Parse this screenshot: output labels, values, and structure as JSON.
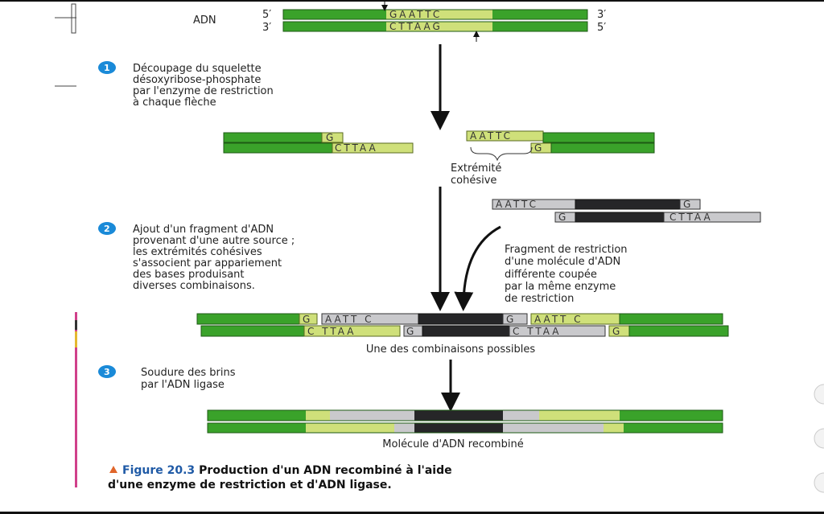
{
  "top": {
    "adn_label": "ADN",
    "p5": "5′",
    "p3": "3′",
    "seq_top": "GAATTC",
    "seq_bottom": "CTTAAG"
  },
  "steps": [
    {
      "num": "1",
      "lines": [
        "Découpage du squelette",
        "désoxyribose-phosphate",
        "par l'enzyme de restriction",
        "à chaque flèche"
      ]
    },
    {
      "num": "2",
      "lines": [
        "Ajout d'un fragment d'ADN",
        "provenant d'une autre source ;",
        "les extrémités cohésives",
        "s'associent par appariement",
        "des bases produisant",
        "diverses combinaisons."
      ]
    },
    {
      "num": "3",
      "lines": [
        "Soudure des brins",
        "par l'ADN ligase"
      ]
    }
  ],
  "cut": {
    "left_top": "G",
    "left_bottom": "CTTAA",
    "right_top": "AATTC",
    "right_bottom": "G"
  },
  "cohesive_label": [
    "Extrémité",
    "cohésive"
  ],
  "fragment": {
    "top_left": "AATTC",
    "top_right": "G",
    "bottom_left": "G",
    "bottom_right": "CTTAA"
  },
  "fragment_label": [
    "Fragment de restriction",
    "d'une molécule d'ADN",
    "différente coupée",
    "par la même enzyme",
    "de restriction"
  ],
  "combo": {
    "t1": "G",
    "t2": "AATT C",
    "t3": "G",
    "t4": "AATT C",
    "b1": "C TTAA",
    "b2": "G",
    "b3": "C TTAA",
    "b4": "G"
  },
  "combination_label": "Une des combinaisons possibles",
  "result_label": "Molécule d'ADN recombiné",
  "caption": {
    "figure": "Figure 20.3",
    "line1": "Production d'un ADN recombiné à l'aide",
    "line2": "d'une enzyme de restriction et d'ADN ligase."
  },
  "colors": {
    "green": "#3aa22a",
    "yellow": "#cfe07a",
    "gray": "#c9c9cc",
    "black": "#262628",
    "step_blue": "#1a8ad8",
    "caption_blue": "#1f5aa6",
    "caption_triangle": "#e0652a"
  }
}
